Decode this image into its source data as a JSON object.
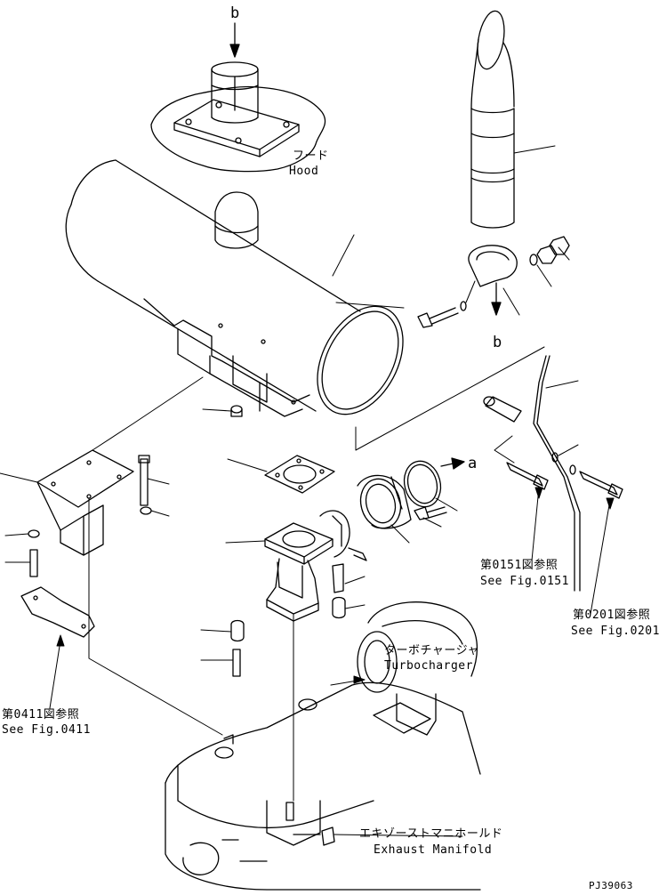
{
  "callouts": {
    "b_top": "b",
    "b_mid": "b",
    "a": "a"
  },
  "labels": {
    "hood_jp": "フード",
    "hood_en": "Hood",
    "fig0151_jp": "第0151図参照",
    "fig0151_en": "See Fig.0151",
    "fig0201_jp": "第0201図参照",
    "fig0201_en": "See Fig.0201",
    "fig0411_jp": "第0411図参照",
    "fig0411_en": "See Fig.0411",
    "turbo_jp": "ターボチャージャ",
    "turbo_en": "Turbocharger",
    "manifold_jp": "エキゾーストマニホールド",
    "manifold_en": "Exhaust Manifold"
  },
  "drawing_id": "PJ39063",
  "colors": {
    "line": "#000000",
    "background": "#ffffff"
  }
}
